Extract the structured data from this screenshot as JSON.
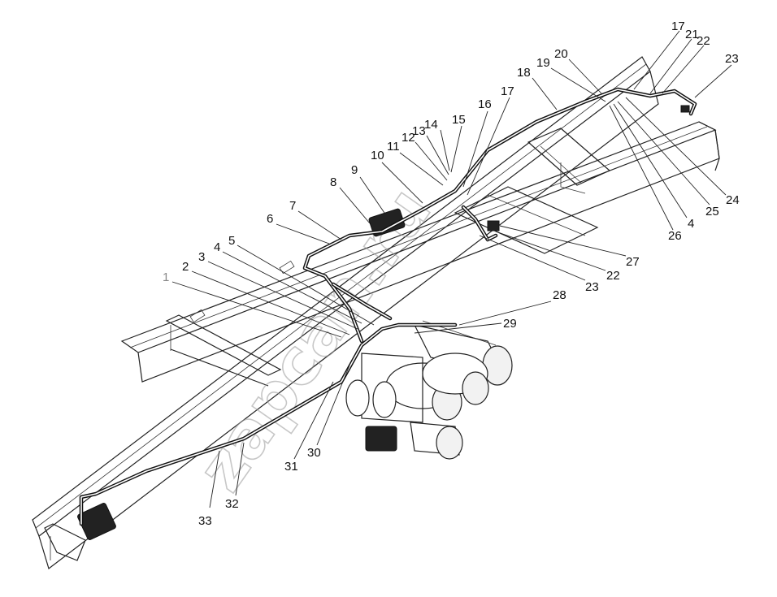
{
  "diagram": {
    "watermark_text": "zapcan.ru",
    "callouts": [
      {
        "id": "c1",
        "label": "1",
        "color": "#888888"
      },
      {
        "id": "c2",
        "label": "2"
      },
      {
        "id": "c3",
        "label": "3"
      },
      {
        "id": "c4a",
        "label": "4"
      },
      {
        "id": "c5",
        "label": "5"
      },
      {
        "id": "c6",
        "label": "6"
      },
      {
        "id": "c7",
        "label": "7"
      },
      {
        "id": "c8",
        "label": "8"
      },
      {
        "id": "c9",
        "label": "9"
      },
      {
        "id": "c10",
        "label": "10"
      },
      {
        "id": "c11",
        "label": "11"
      },
      {
        "id": "c12",
        "label": "12"
      },
      {
        "id": "c13",
        "label": "13"
      },
      {
        "id": "c14",
        "label": "14"
      },
      {
        "id": "c15",
        "label": "15"
      },
      {
        "id": "c16",
        "label": "16"
      },
      {
        "id": "c17a",
        "label": "17"
      },
      {
        "id": "c18",
        "label": "18"
      },
      {
        "id": "c19",
        "label": "19"
      },
      {
        "id": "c20",
        "label": "20"
      },
      {
        "id": "c17b",
        "label": "17"
      },
      {
        "id": "c21",
        "label": "21"
      },
      {
        "id": "c22a",
        "label": "22"
      },
      {
        "id": "c23a",
        "label": "23"
      },
      {
        "id": "c24",
        "label": "24"
      },
      {
        "id": "c25",
        "label": "25"
      },
      {
        "id": "c4b",
        "label": "4"
      },
      {
        "id": "c26",
        "label": "26"
      },
      {
        "id": "c27",
        "label": "27"
      },
      {
        "id": "c22b",
        "label": "22"
      },
      {
        "id": "c23b",
        "label": "23"
      },
      {
        "id": "c28",
        "label": "28"
      },
      {
        "id": "c29",
        "label": "29"
      },
      {
        "id": "c30",
        "label": "30"
      },
      {
        "id": "c31",
        "label": "31"
      },
      {
        "id": "c32",
        "label": "32"
      },
      {
        "id": "c33",
        "label": "33"
      }
    ]
  }
}
